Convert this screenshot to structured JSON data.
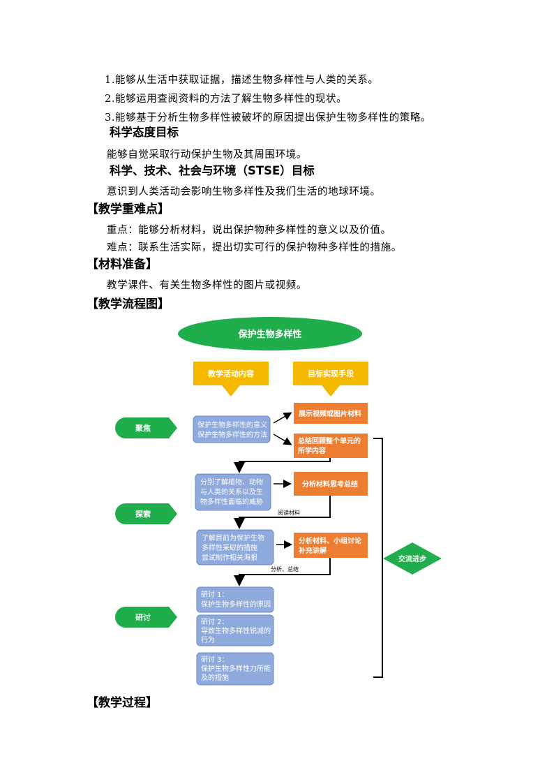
{
  "objectives": {
    "items": [
      "1.能够从生活中获取证据，描述生物多样性与人类的关系。",
      "2.能够运用查阅资料的方法了解生物多样性的现状。",
      "3.能够基于分析生物多样性被破坏的原因提出保护生物多样性的策略。"
    ],
    "attitude_heading": "科学态度目标",
    "attitude_text": "能够自觉采取行动保护生物及其周围环境。",
    "stse_heading": "科学、技术、社会与环境（STSE）目标",
    "stse_text": "意识到人类活动会影响生物多样性及我们生活的地球环境。"
  },
  "key_points": {
    "heading": "【教学重难点】",
    "focus": "重点：能够分析材料，说出保护物种多样性的意义以及价值。",
    "difficulty": "难点：联系生活实际，提出切实可行的保护物种多样性的措施。"
  },
  "materials": {
    "heading": "【材料准备】",
    "text": "教学课件、有关生物多样性的图片或视频。"
  },
  "flowchart_section": {
    "heading": "【教学流程图】"
  },
  "flowchart": {
    "title": "保护生物多样性",
    "col_content": "教学活动内容",
    "col_means": "目标实现手段",
    "stages": {
      "focus": "聚焦",
      "explore": "探索",
      "discuss": "研讨",
      "exchange": "交流进步"
    },
    "content_1": [
      "保护生物多样性的意义",
      "保护生物多样性的方法"
    ],
    "means_1a": "展示视频或图片材料",
    "means_1b": [
      "总结回顾整个单元的",
      "所学内容"
    ],
    "content_2": [
      "分别了解植物、动物",
      "与人类的关系以及生",
      "物多样性面临的威胁"
    ],
    "means_2": "分析材料思考总结",
    "connector_label_1": "阅读材料",
    "content_3": [
      "了解目前为保护生物",
      "多样性采取的措施",
      "尝试制作相关海报"
    ],
    "means_3": [
      "分析材料、小组讨论",
      "补充讲解"
    ],
    "connector_label_2": "分析、总结",
    "discussion_1": [
      "研讨 1：",
      "保护生物多样性的原因"
    ],
    "discussion_2": [
      "研讨 2：",
      "导致生物多样性锐减的",
      "行为"
    ],
    "discussion_3": [
      "研讨 3：",
      "保护生物多样性力所能",
      "及的措施"
    ]
  },
  "process": {
    "heading": "【教学过程】"
  },
  "colors": {
    "green": "#1fae4b",
    "orange": "#ed7d31",
    "yellow": "#f5b800",
    "blue": "#8ea9db",
    "blue_border": "#6d89c4"
  }
}
